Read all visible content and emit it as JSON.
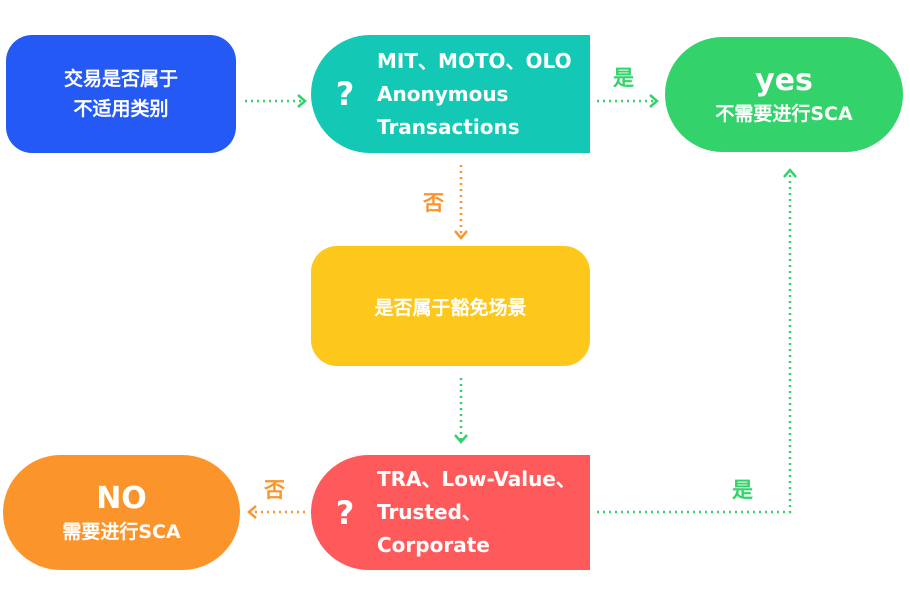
{
  "nodes": {
    "start": {
      "line1": "交易是否属于",
      "line2": "不适用类别"
    },
    "check_exempt_types": {
      "qmark": "?",
      "text": "MIT、MOTO、OLO\nAnonymous\nTransactions"
    },
    "yes_result": {
      "title": "yes",
      "subtitle": "不需要进行SCA"
    },
    "exemption_question": {
      "text": "是否属于豁免场景"
    },
    "check_exemptions": {
      "qmark": "?",
      "text": "TRA、Low-Value、\nTrusted、Corporate"
    },
    "no_result": {
      "title": "NO",
      "subtitle": "需要进行SCA"
    }
  },
  "edge_labels": {
    "top_yes": "是",
    "top_no": "否",
    "bottom_no": "否",
    "bottom_yes": "是"
  },
  "colors": {
    "start": "#2459f5",
    "check_exempt_types": "#13c9b6",
    "yes_result": "#33d26a",
    "exemption_question": "#fdc81b",
    "check_exemptions": "#fe5a5c",
    "no_result": "#fb952b",
    "label_yes": "#33d26a",
    "label_no": "#fb952b"
  }
}
